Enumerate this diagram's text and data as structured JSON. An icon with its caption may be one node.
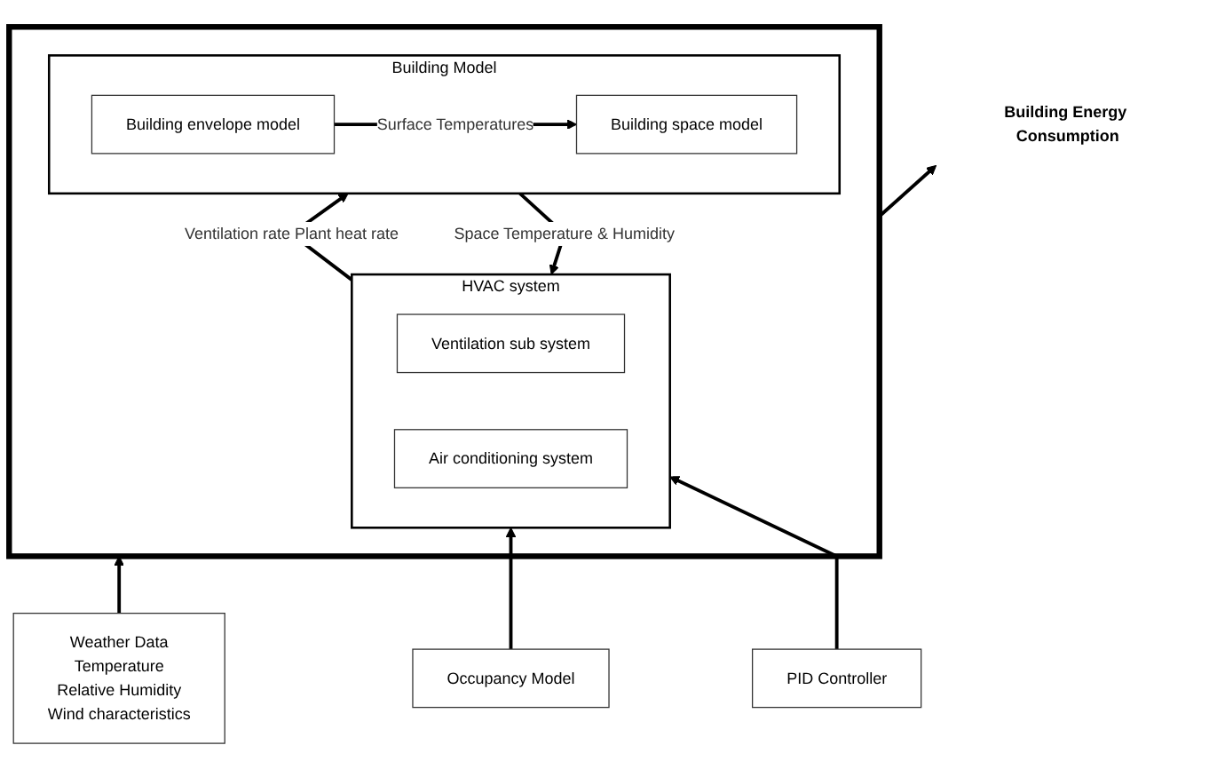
{
  "diagram": {
    "nodes": [
      {
        "text": [],
        "shape": "box"
      },
      {
        "text": [
          "Weather Data",
          "Temperature",
          "Relative Humidity",
          "Wind characteristics"
        ]
      },
      {
        "text": [
          "Building Model"
        ],
        "in": 0
      },
      {
        "text": [
          "Building envelope model"
        ],
        "in": 2
      },
      {
        "text": [
          "Building space model"
        ],
        "in": 2
      },
      {
        "text": [
          "HVAC system"
        ],
        "in": 0
      },
      {
        "text": [
          "Ventilation sub system"
        ],
        "in": 5
      },
      {
        "text": [
          "Air conditioning system"
        ],
        "in": 5
      },
      {
        "text": [
          "Occupancy Model"
        ]
      },
      {
        "text": [
          "PID Controller"
        ]
      },
      {
        "text": [
          "Building Energy Consumption"
        ]
      }
    ],
    "edges": [
      {
        "from": 1,
        "to": 0,
        "arrow": "to"
      },
      {
        "from": 3,
        "to": 4,
        "arrow": "to",
        "label": "Surface Temperatures"
      },
      {
        "from": 5,
        "to": 2,
        "arrow": "to",
        "label": "Ventilation rate Plant heat rate"
      },
      {
        "from": 2,
        "to": 5,
        "arrow": "to",
        "label": "Space Temperature & Humidity"
      },
      {
        "from": 8,
        "to": 5,
        "arrow": "to"
      },
      {
        "from": 9,
        "to": 5,
        "arrow": "to"
      },
      {
        "from": 0,
        "to": 10,
        "arrow": "to"
      }
    ]
  }
}
